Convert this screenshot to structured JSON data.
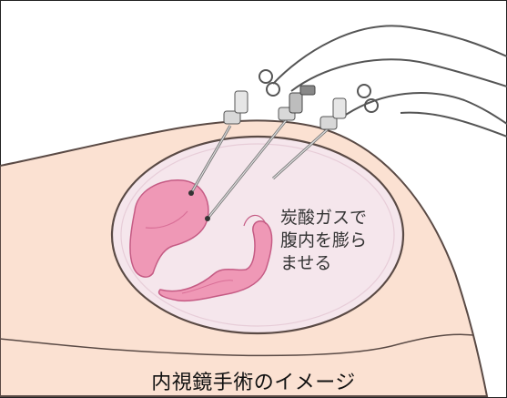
{
  "annotation": {
    "lines": [
      "炭酸ガスで",
      "腹内を膨ら",
      "ませる"
    ]
  },
  "caption": "内視鏡手術のイメージ",
  "colors": {
    "skin": "#fbe1d2",
    "skin_outline": "#5a4a45",
    "cavity": "#f5e6ec",
    "organ": "#ef98b6",
    "organ_shade": "#d96f97",
    "instrument": "#d8d8d8",
    "cable": "#555555"
  },
  "icons": [
    "trocar-icon",
    "camera-scope-icon",
    "forceps-icon"
  ]
}
